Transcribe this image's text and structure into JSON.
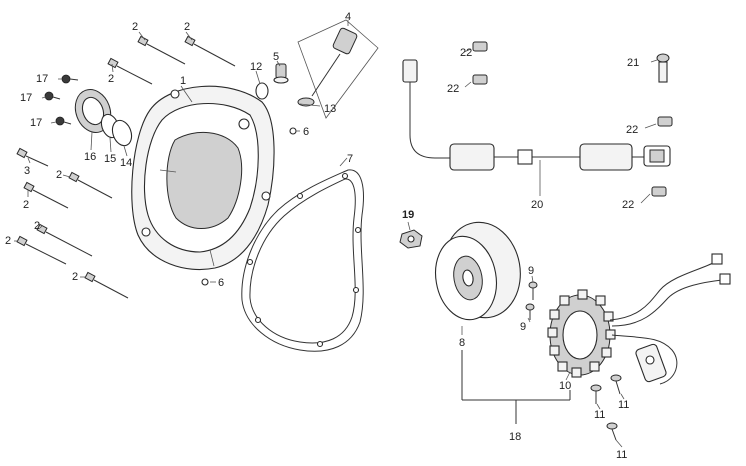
{
  "labels": {
    "l1": "1",
    "l2": "2",
    "l3": "3",
    "l4": "4",
    "l5": "5",
    "l6": "6",
    "l7": "7",
    "l8": "8",
    "l9": "9",
    "l10": "10",
    "l11": "11",
    "l12": "12",
    "l13": "13",
    "l14": "14",
    "l15": "15",
    "l16": "16",
    "l17": "17",
    "l18": "18",
    "l19": "19",
    "l20": "20",
    "l21": "21",
    "l22": "22"
  },
  "colors": {
    "line": "#333333",
    "part_fill": "#f3f3f3",
    "background": "#ffffff"
  }
}
